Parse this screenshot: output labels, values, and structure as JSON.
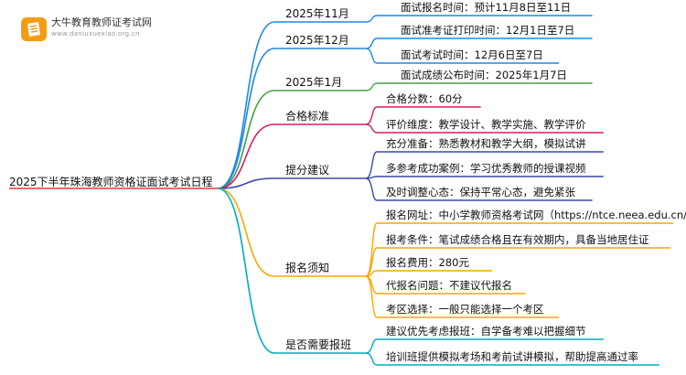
{
  "brand": {
    "name": "大牛教育教师证考试网",
    "url": "www.daniuxuexiao.org.cn"
  },
  "mindmap": {
    "root": "2025下半年珠海教师资格证面试考试日程",
    "branches": [
      {
        "label": "2025年11月",
        "color": "#1e88e5",
        "leaves": [
          "面试报名时间：预计11月8日至11日"
        ]
      },
      {
        "label": "2025年12月",
        "color": "#1e88e5",
        "leaves": [
          "面试准考证打印时间：12月1日至7日",
          "面试考试时间：12月6日至7日"
        ]
      },
      {
        "label": "2025年1月",
        "color": "#43a047",
        "leaves": [
          "面试成绩公布时间：2025年1月7日"
        ]
      },
      {
        "label": "合格标准",
        "color": "#d81b60",
        "leaves": [
          "合格分数：60分",
          "评价维度：教学设计、教学实施、教学评价"
        ]
      },
      {
        "label": "提分建议",
        "color": "#3949ab",
        "leaves": [
          "充分准备：熟悉教材和教学大纲，模拟试讲",
          "多参考成功案例：学习优秀教师的授课视频",
          "及时调整心态：保持平常心态，避免紧张"
        ]
      },
      {
        "label": "报名须知",
        "color": "#f6a800",
        "leaves": [
          "报名网址：中小学教师资格考试网（https://ntce.neea.edu.cn/）",
          "报考条件：笔试成绩合格且在有效期内，具备当地居住证",
          "报名费用：280元",
          "代报名问题：不建议代报名",
          "考区选择：一般只能选择一个考区"
        ]
      },
      {
        "label": "是否需要报班",
        "color": "#00acc1",
        "leaves": [
          "建议优先考虑报班：自学备考难以把握细节",
          "培训班提供模拟考场和考前试讲模拟，帮助提高通过率"
        ]
      }
    ]
  }
}
